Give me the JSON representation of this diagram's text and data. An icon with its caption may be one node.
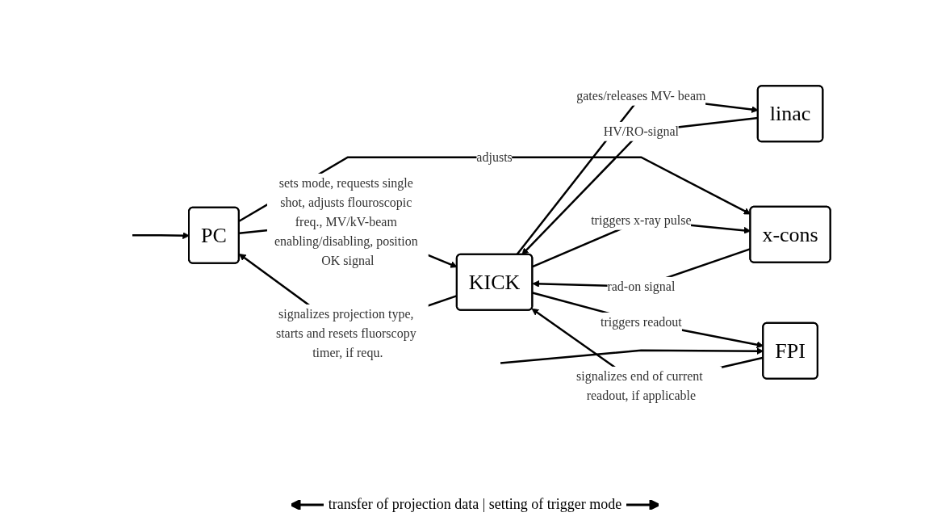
{
  "diagram": {
    "nodes": [
      {
        "text": [
          "PC"
        ]
      },
      {
        "text": [
          "linac"
        ]
      },
      {
        "text": [
          "KICK"
        ]
      },
      {
        "text": [
          "x-cons"
        ]
      },
      {
        "text": [
          "FPI"
        ]
      }
    ],
    "edges": [
      {
        "from": 2,
        "to": 0,
        "arrow": "to",
        "label": "signalizes projection type, starts and resets fluorscopy timer, if requ."
      },
      {
        "from": 2,
        "to": 1,
        "arrow": "to",
        "label": "gates/releases MV- beam"
      },
      {
        "from": 0,
        "to": 2,
        "arrow": "to",
        "label": "sets mode, requests single shot, adjusts flouroscopic freq., MV/kV-beam enabling/disabling, position OK signal"
      },
      {
        "from": 1,
        "to": 2,
        "arrow": "to",
        "label": "HV/RO-signal"
      },
      {
        "from": 4,
        "to": 2,
        "arrow": "to",
        "label": "signalizes end of current readout, if applicable"
      },
      {
        "from": 0,
        "to": 3,
        "arrow": "to",
        "label": "adjusts"
      },
      {
        "from": 3,
        "to": 2,
        "arrow": "to",
        "label": "rad-on signal"
      },
      {
        "from": 2,
        "to": 3,
        "arrow": "to",
        "label": "triggers x-ray pulse"
      },
      {
        "from": 2,
        "to": 4,
        "arrow": "to",
        "label": "triggers readout"
      },
      {
        "from": null,
        "to": 0,
        "arrow": "to"
      },
      {
        "from": null,
        "to": 4,
        "arrow": "to"
      }
    ],
    "labels": [
      "transfer of projection data | setting of trigger mode"
    ]
  }
}
